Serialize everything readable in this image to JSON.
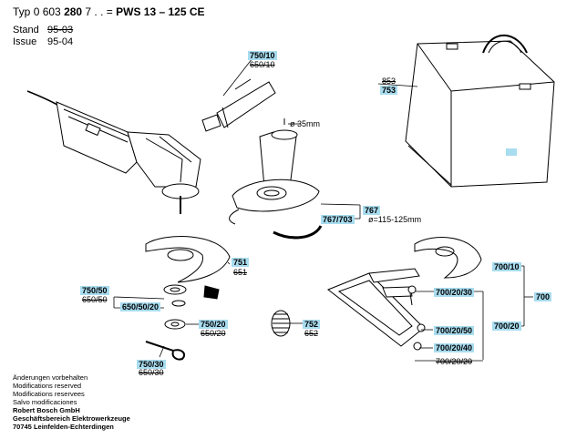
{
  "header": {
    "typ_label": "Typ",
    "typ_number_plain": "0 603 ",
    "typ_number_bold": "280",
    "typ_suffix": " 7 . . = ",
    "model": "PWS 13 – 125 CE",
    "stand_label": "Stand",
    "stand_value": "95-03",
    "issue_label": "Issue",
    "issue_value": "95-04"
  },
  "parts": {
    "p750_10": "750/10",
    "p650_10": "650/10",
    "p853": "853",
    "p753": "753",
    "p767": "767",
    "p767_703": "767/703",
    "p751": "751",
    "p651": "651",
    "p750_50": "750/50",
    "p650_50": "650/50",
    "p650_50_20": "650/50/20",
    "p750_20": "750/20",
    "p650_20": "650/20",
    "p752": "752",
    "p652": "652",
    "p750_30": "750/30",
    "p650_30": "650/30",
    "p700_10": "700/10",
    "p700": "700",
    "p700_20_30": "700/20/30",
    "p700_20_50": "700/20/50",
    "p700_20": "700/20",
    "p700_20_40": "700/20/40",
    "p700_20_20": "700/20/20"
  },
  "notes": {
    "dia35": "ø 35mm",
    "dia115": "ø=115-125mm"
  },
  "footer": {
    "lines": [
      "Änderungen vorbehalten",
      "Modifications reserved",
      "Modifications reservees",
      "Salvo modificaciones"
    ],
    "company": [
      "Robert Bosch GmbH",
      "Geschäftsbereich Elektrowerkzeuge",
      "70745 Leinfelden-Echterdingen"
    ]
  },
  "colors": {
    "label_bg": "#a8dcef",
    "line": "#000000"
  }
}
